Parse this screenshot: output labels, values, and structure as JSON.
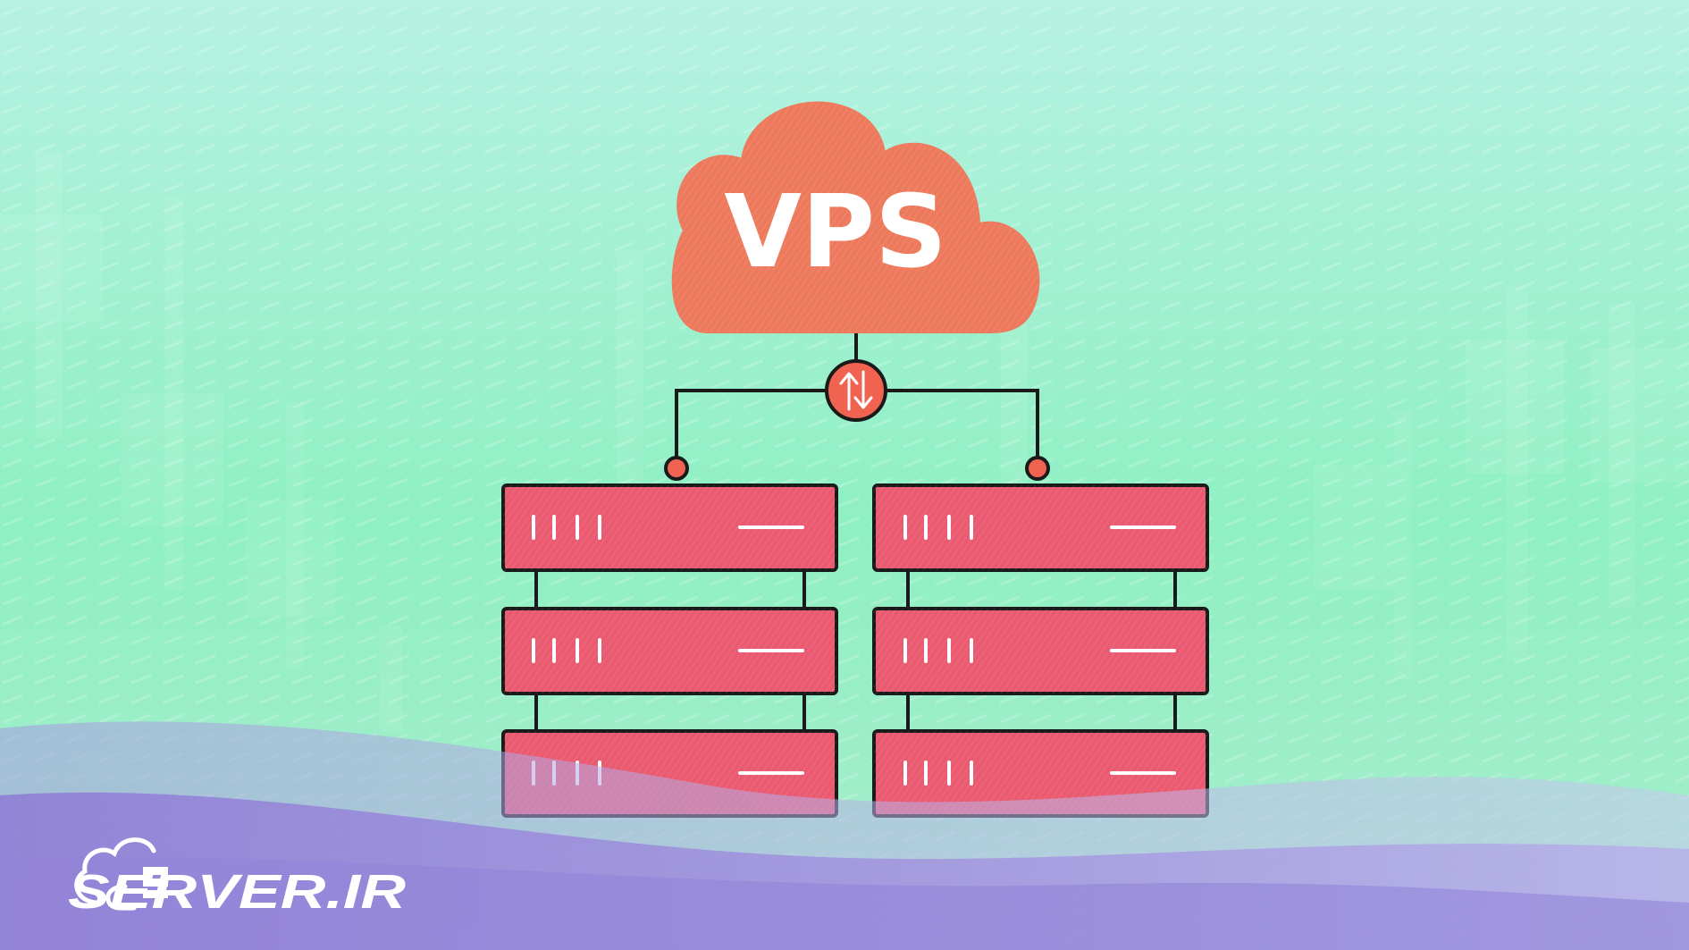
{
  "illustration": {
    "cloud_label": "VPS",
    "sync_icon": "sync-arrows-icon",
    "server_stacks": [
      {
        "units": [
          "server-unit",
          "server-unit",
          "server-unit"
        ]
      },
      {
        "units": [
          "server-unit",
          "server-unit",
          "server-unit"
        ]
      }
    ]
  },
  "logo": {
    "text": "SERVER.IR",
    "icon": "server-cloud-icon"
  },
  "colors": {
    "background_top": "#b3f1e0",
    "background_mid": "#8ef0c4",
    "wave_purple": "#9a8ad8",
    "wave_lavender": "#c4c0ee",
    "cloud": "#ee7a5d",
    "server": "#ea5a70",
    "outline": "#1a1a1a",
    "node": "#ef6350",
    "logo": "#ffffff"
  }
}
